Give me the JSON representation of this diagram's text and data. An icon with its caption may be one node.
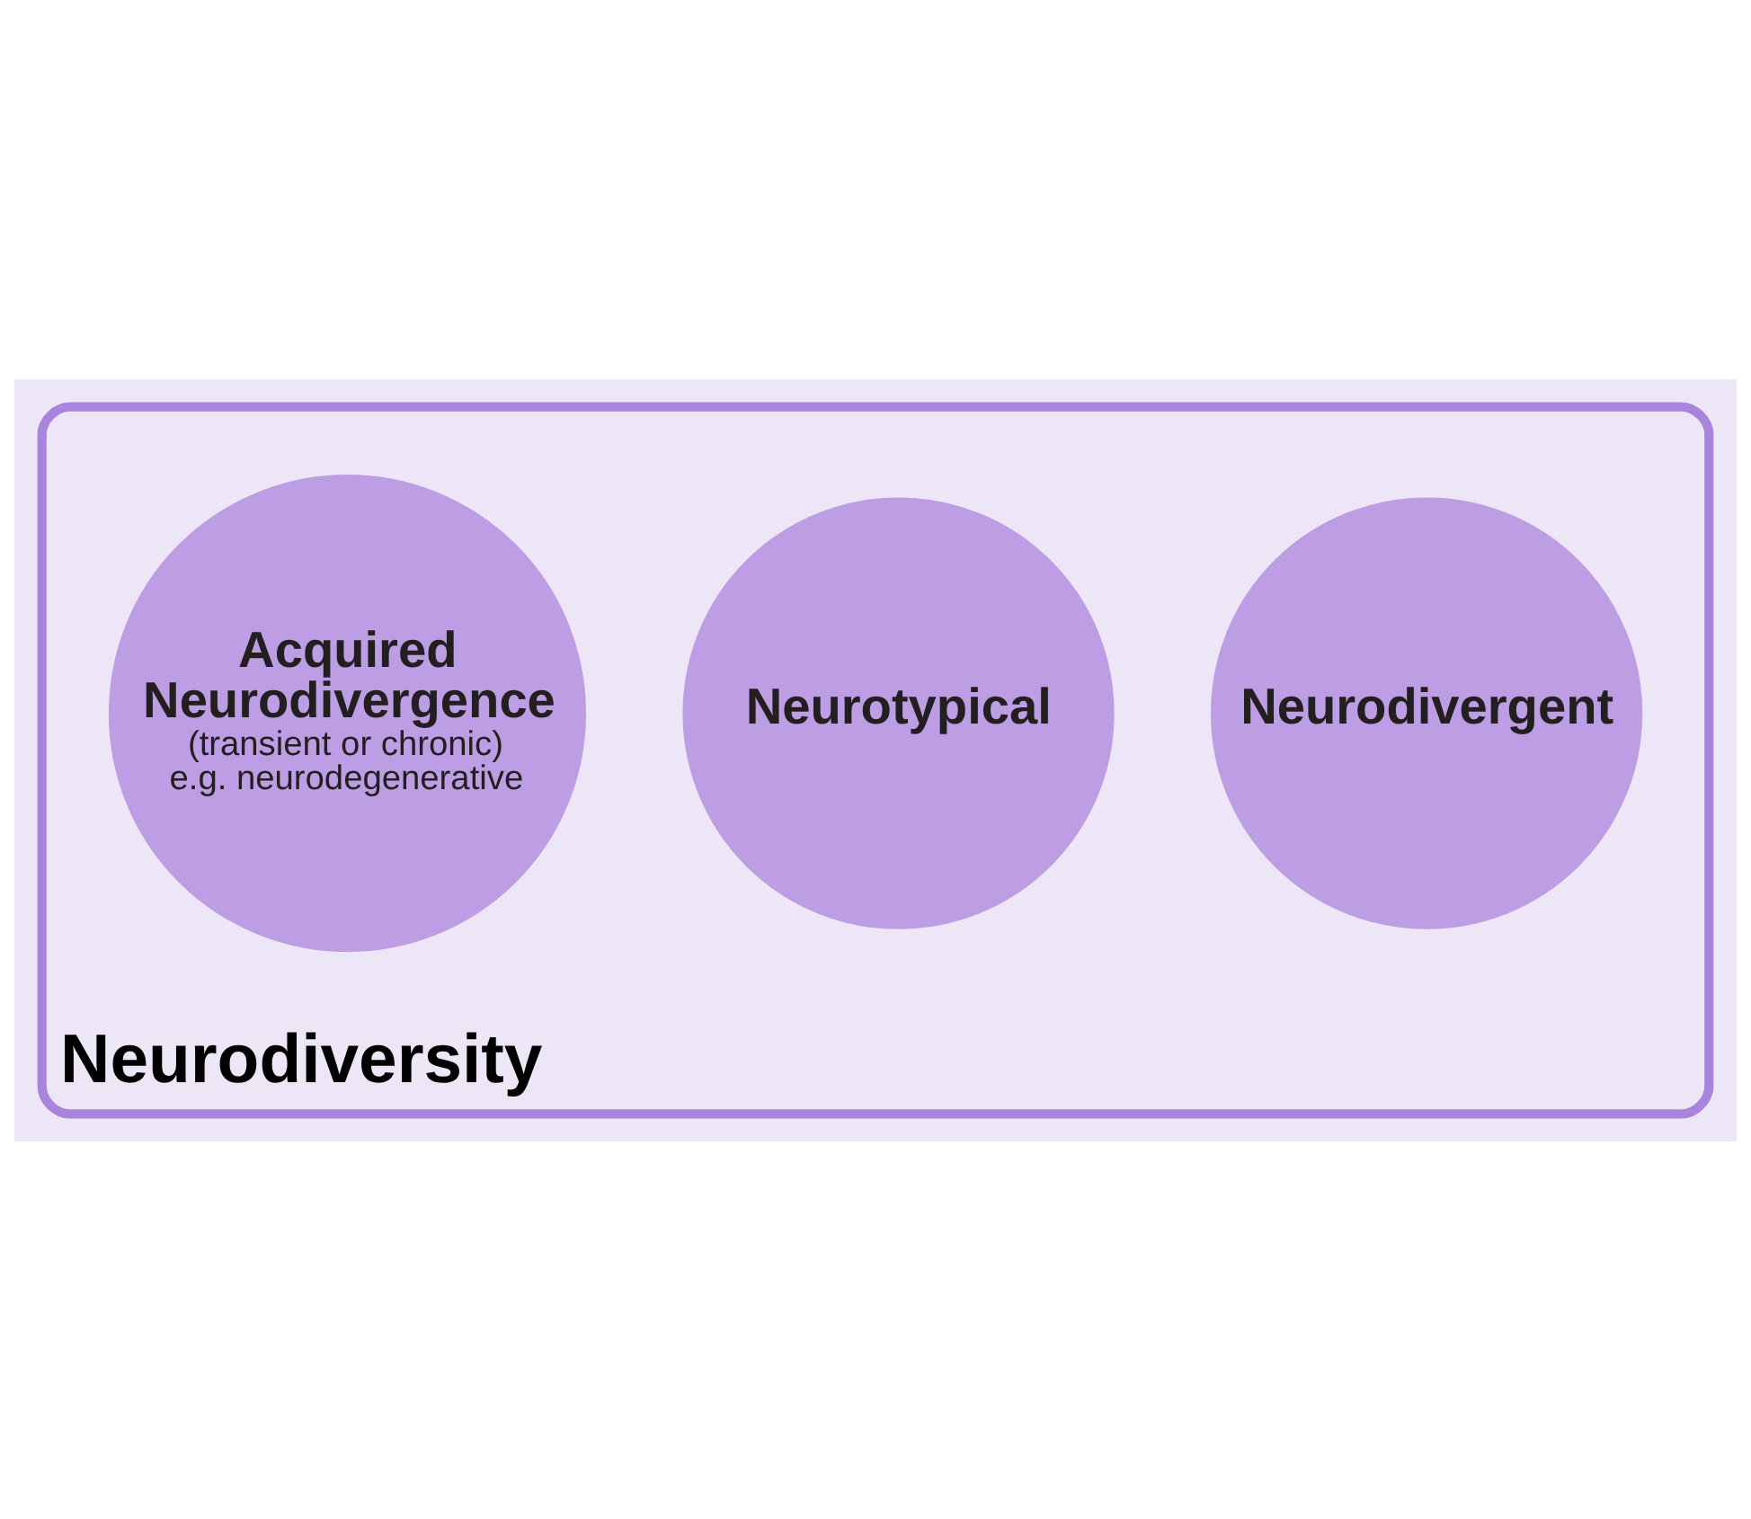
{
  "diagram": {
    "nodes": [
      {
        "text": [
          "Neurodiversity"
        ]
      },
      {
        "text": [
          "Neurodivergent"
        ],
        "in": 0
      },
      {
        "text": [
          "Neurotypical"
        ],
        "in": 0
      },
      {
        "text": [
          "Acquired Neurodivergence",
          "(transient or chronic) e.g. neurodegenerative"
        ],
        "in": 0
      }
    ]
  }
}
